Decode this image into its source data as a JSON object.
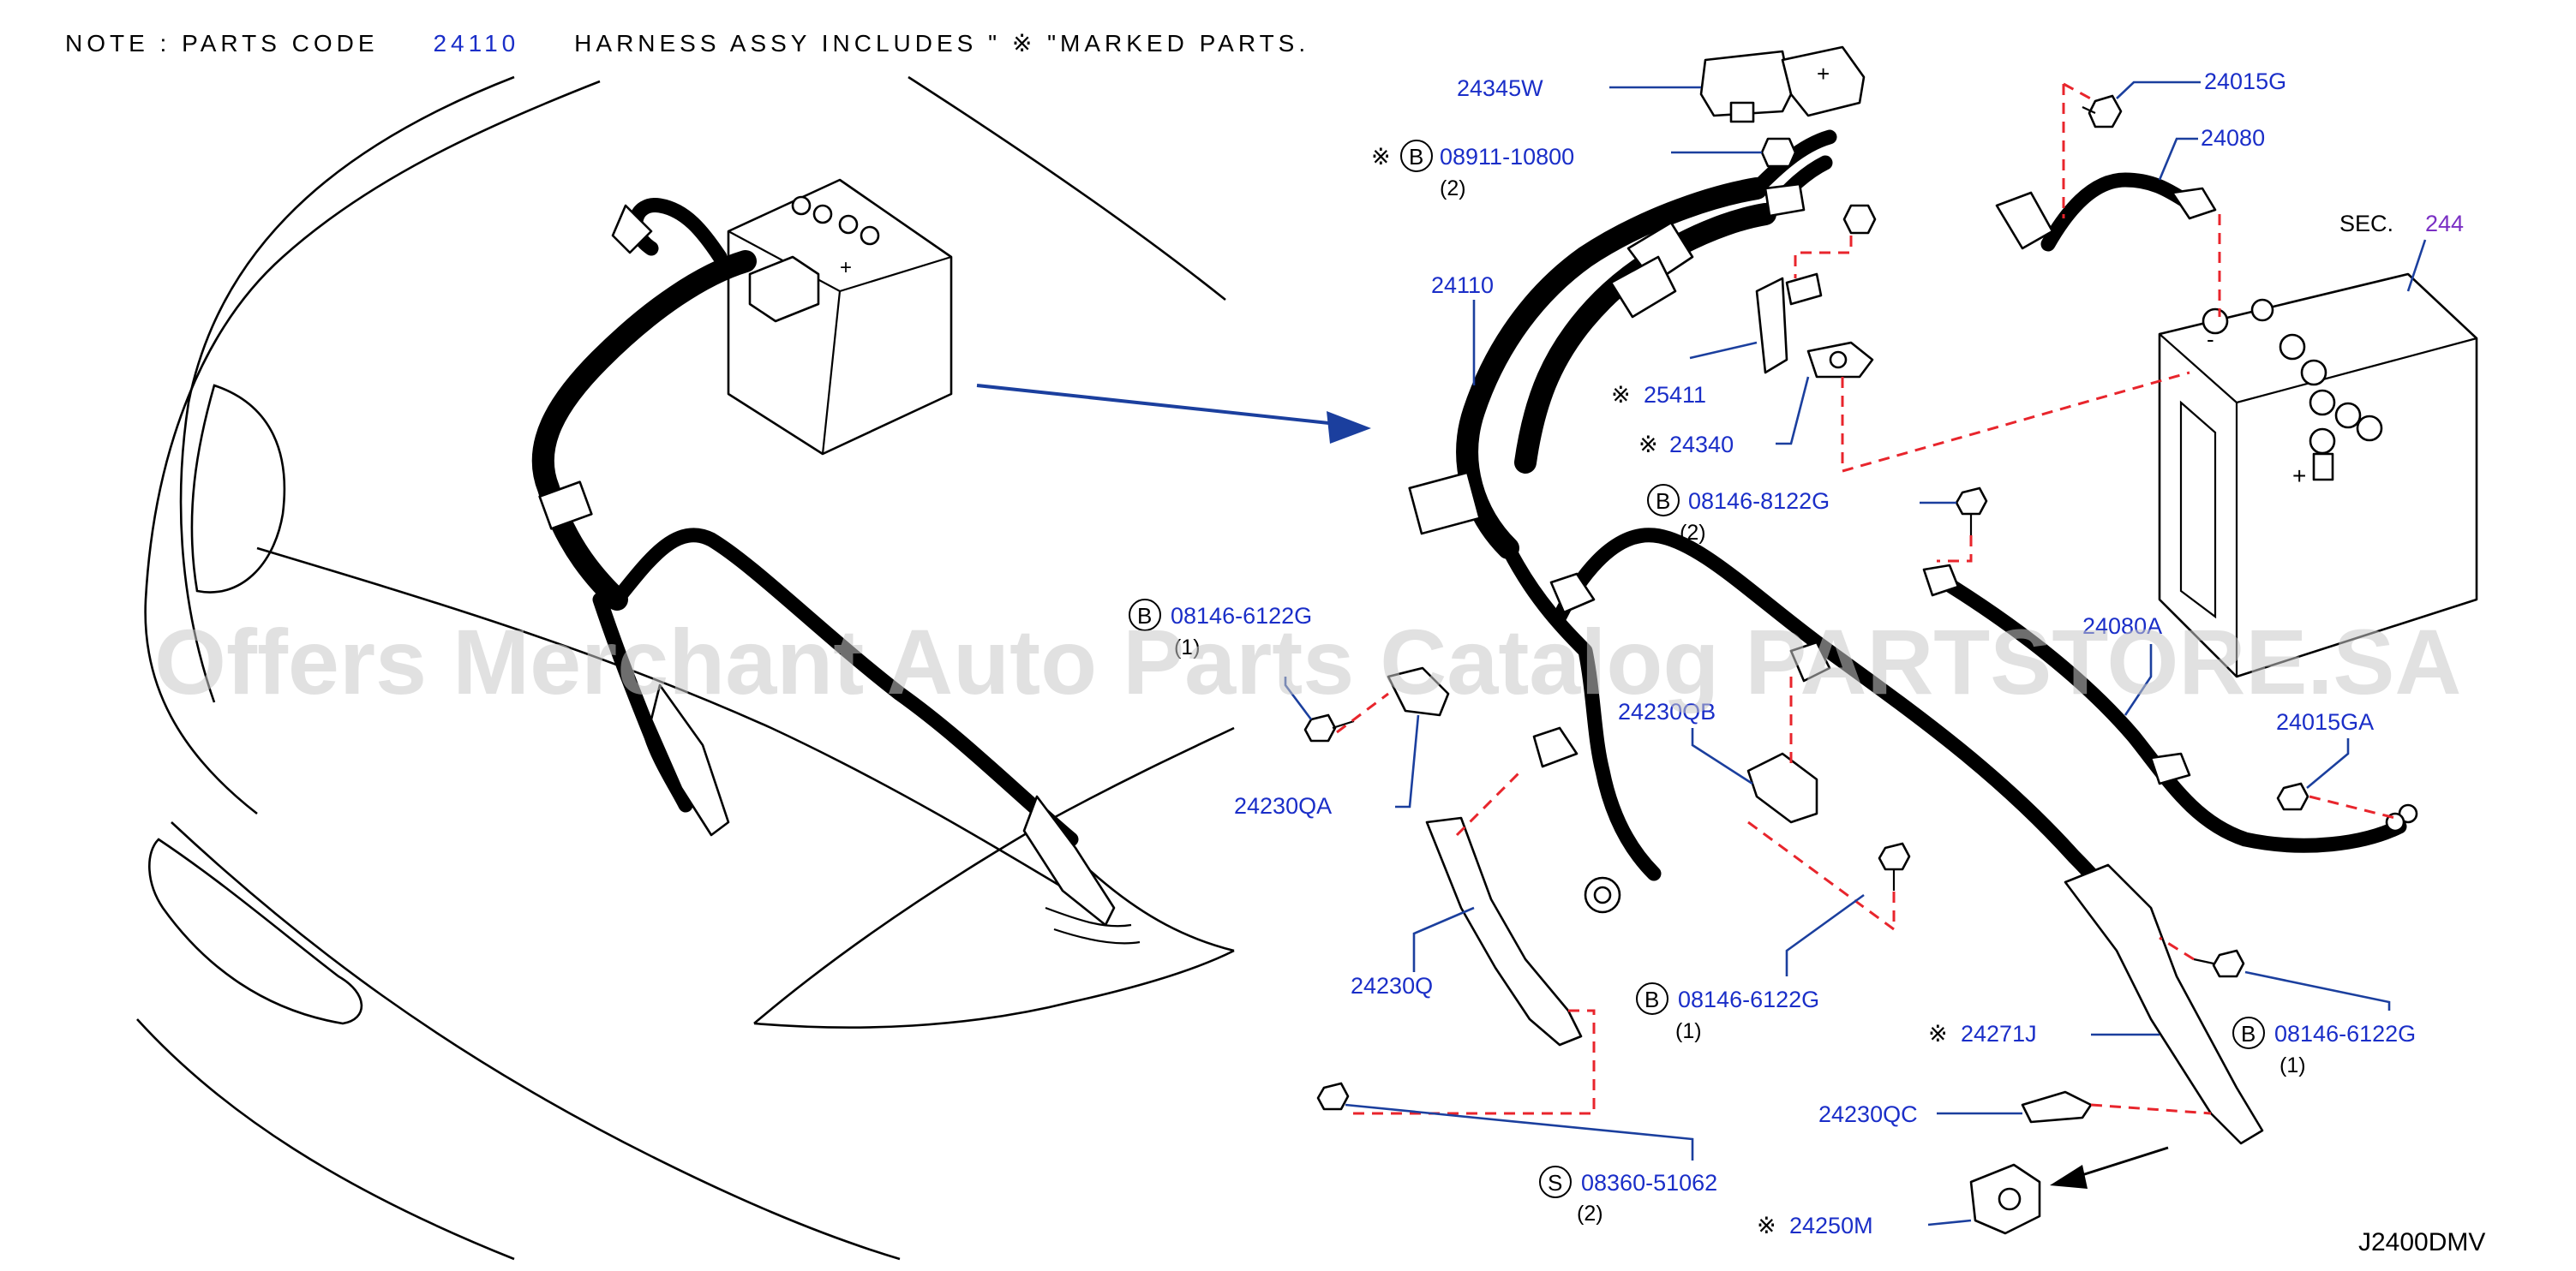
{
  "note": {
    "prefix": "NOTE : PARTS CODE",
    "code": "24110",
    "middle": "HARNESS ASSY   INCLUDES \" ※ \"MARKED PARTS."
  },
  "watermark": "Offers Merchant Auto Parts Catalog PARTSTORE.SA",
  "diagram_id": "J2400DMV",
  "sec_ref": {
    "label": "SEC.",
    "number": "244"
  },
  "colors": {
    "part_label": "#1a2ec8",
    "leader": "#1b3f9e",
    "dashed_link": "#e8252c",
    "sec_number": "#7a2fc4"
  },
  "parts": [
    {
      "code": "24345W",
      "mark": "",
      "circle": "",
      "qty": ""
    },
    {
      "code": "08911-10800",
      "mark": "※",
      "circle": "B",
      "qty": "(2)"
    },
    {
      "code": "24110",
      "mark": "",
      "circle": "",
      "qty": ""
    },
    {
      "code": "25411",
      "mark": "※",
      "circle": "",
      "qty": ""
    },
    {
      "code": "24340",
      "mark": "※",
      "circle": "",
      "qty": ""
    },
    {
      "code": "08146-8122G",
      "mark": "",
      "circle": "B",
      "qty": "(2)"
    },
    {
      "code": "24015G",
      "mark": "",
      "circle": "",
      "qty": ""
    },
    {
      "code": "24080",
      "mark": "",
      "circle": "",
      "qty": ""
    },
    {
      "code": "24080A",
      "mark": "",
      "circle": "",
      "qty": ""
    },
    {
      "code": "24015GA",
      "mark": "",
      "circle": "",
      "qty": ""
    },
    {
      "code": "08146-6122G",
      "mark": "",
      "circle": "B",
      "qty": "(1)"
    },
    {
      "code": "24230QA",
      "mark": "",
      "circle": "",
      "qty": ""
    },
    {
      "code": "24230QB",
      "mark": "",
      "circle": "",
      "qty": ""
    },
    {
      "code": "24230Q",
      "mark": "",
      "circle": "",
      "qty": ""
    },
    {
      "code": "08146-6122G",
      "mark": "",
      "circle": "B",
      "qty": "(1)"
    },
    {
      "code": "24271J",
      "mark": "※",
      "circle": "",
      "qty": ""
    },
    {
      "code": "08146-6122G",
      "mark": "",
      "circle": "B",
      "qty": "(1)"
    },
    {
      "code": "24230QC",
      "mark": "",
      "circle": "",
      "qty": ""
    },
    {
      "code": "08360-51062",
      "mark": "",
      "circle": "S",
      "qty": "(2)"
    },
    {
      "code": "24250M",
      "mark": "※",
      "circle": "",
      "qty": ""
    }
  ]
}
